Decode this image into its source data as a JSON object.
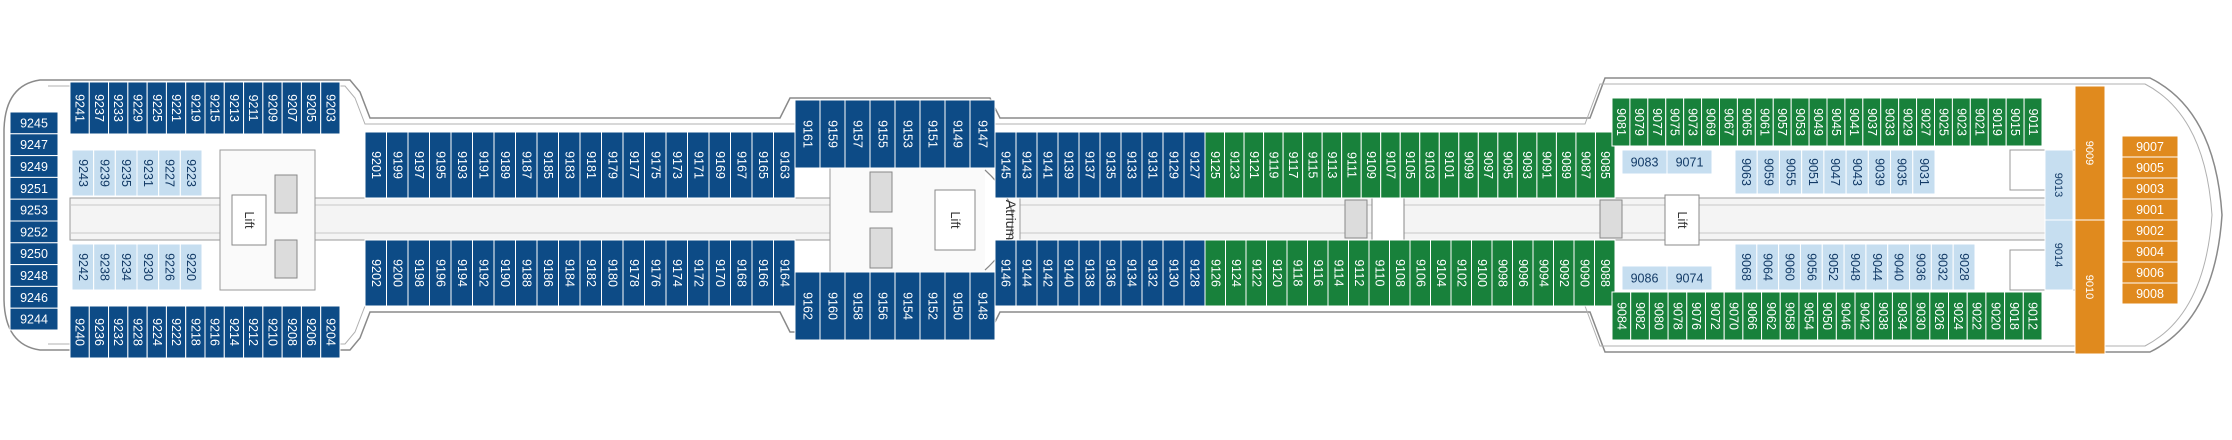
{
  "colors": {
    "blue": "#0d4b86",
    "green": "#18813b",
    "orange": "#e08a1e",
    "light_blue": "#c6def0",
    "corridor": "#f4f4f4",
    "outline": "#8a8a8a"
  },
  "labels": {
    "lift": "Lift",
    "atrium": "Atrium"
  },
  "sections": [
    {
      "name": "aft-top-cabins",
      "color": "blue",
      "rotate": true,
      "cabins": [
        "9241",
        "9237",
        "9233",
        "9229",
        "9225",
        "9221",
        "9219",
        "9215",
        "9213",
        "9211",
        "9209",
        "9207",
        "9205",
        "9203"
      ]
    },
    {
      "name": "aft-bottom-cabins",
      "color": "blue",
      "rotate": true,
      "cabins": [
        "9240",
        "9236",
        "9232",
        "9228",
        "9224",
        "9222",
        "9218",
        "9216",
        "9214",
        "9212",
        "9210",
        "9208",
        "9206",
        "9204"
      ]
    },
    {
      "name": "aft-end-cabins",
      "color": "blue",
      "rotate": false,
      "cabins": [
        "9245",
        "9247",
        "9249",
        "9251",
        "9253",
        "9252",
        "9250",
        "9248",
        "9246",
        "9244"
      ]
    },
    {
      "name": "aft-inner-top-cabins",
      "color": "light_blue",
      "rotate": true,
      "cabins": [
        "9243",
        "9239",
        "9235",
        "9231",
        "9227",
        "9223"
      ]
    },
    {
      "name": "aft-inner-bottom-cabins",
      "color": "light_blue",
      "rotate": true,
      "cabins": [
        "9242",
        "9238",
        "9234",
        "9230",
        "9226",
        "9220"
      ]
    },
    {
      "name": "mid-aft-top-cabins",
      "color": "blue",
      "rotate": true,
      "cabins": [
        "9201",
        "9199",
        "9197",
        "9195",
        "9193",
        "9191",
        "9189",
        "9187",
        "9185",
        "9183",
        "9181",
        "9179",
        "9177",
        "9175",
        "9173",
        "9171",
        "9169",
        "9167",
        "9165",
        "9163"
      ]
    },
    {
      "name": "mid-aft-bottom-cabins",
      "color": "blue",
      "rotate": true,
      "cabins": [
        "9202",
        "9200",
        "9198",
        "9196",
        "9194",
        "9192",
        "9190",
        "9188",
        "9186",
        "9184",
        "9182",
        "9180",
        "9178",
        "9176",
        "9174",
        "9172",
        "9170",
        "9168",
        "9166",
        "9164"
      ]
    },
    {
      "name": "atrium-top-cabins",
      "color": "blue",
      "rotate": true,
      "cabins": [
        "9161",
        "9159",
        "9157",
        "9155",
        "9153",
        "9151",
        "9149",
        "9147"
      ]
    },
    {
      "name": "atrium-bottom-cabins",
      "color": "blue",
      "rotate": true,
      "cabins": [
        "9162",
        "9160",
        "9158",
        "9156",
        "9154",
        "9152",
        "9150",
        "9148"
      ]
    },
    {
      "name": "mid-top-cabins",
      "color": "blue",
      "rotate": true,
      "cabins": [
        "9145",
        "9143",
        "9141",
        "9139",
        "9137",
        "9135",
        "9133",
        "9131",
        "9129",
        "9127"
      ]
    },
    {
      "name": "mid-bottom-cabins",
      "color": "blue",
      "rotate": true,
      "cabins": [
        "9146",
        "9144",
        "9142",
        "9140",
        "9138",
        "9136",
        "9134",
        "9132",
        "9130",
        "9128"
      ]
    },
    {
      "name": "green-top-cabins",
      "color": "green",
      "rotate": true,
      "cabins": [
        "9125",
        "9123",
        "9121",
        "9119",
        "9117",
        "9115",
        "9113",
        "9111",
        "9109",
        "9107",
        "9105",
        "9103",
        "9101",
        "9099",
        "9097",
        "9095",
        "9093",
        "9091",
        "9089",
        "9087",
        "9085"
      ]
    },
    {
      "name": "green-bottom-cabins",
      "color": "green",
      "rotate": true,
      "cabins": [
        "9126",
        "9124",
        "9122",
        "9120",
        "9118",
        "9116",
        "9114",
        "9112",
        "9110",
        "9108",
        "9106",
        "9104",
        "9102",
        "9100",
        "9098",
        "9096",
        "9094",
        "9092",
        "9090",
        "9088"
      ]
    },
    {
      "name": "fwd-top-cabins",
      "color": "green",
      "rotate": true,
      "cabins": [
        "9081",
        "9079",
        "9077",
        "9075",
        "9073",
        "9069",
        "9067",
        "9065",
        "9061",
        "9057",
        "9053",
        "9049",
        "9045",
        "9041",
        "9037",
        "9033",
        "9029",
        "9027",
        "9025",
        "9023",
        "9021",
        "9019",
        "9015",
        "9011"
      ]
    },
    {
      "name": "fwd-bottom-cabins",
      "color": "green",
      "rotate": true,
      "cabins": [
        "9084",
        "9082",
        "9080",
        "9078",
        "9076",
        "9072",
        "9070",
        "9066",
        "9062",
        "9058",
        "9054",
        "9050",
        "9046",
        "9042",
        "9038",
        "9034",
        "9030",
        "9026",
        "9024",
        "9022",
        "9020",
        "9018",
        "9012"
      ]
    },
    {
      "name": "fwd-inner-small-cabins",
      "color": "light_blue",
      "rotate": false,
      "cabins": [
        "9083",
        "9071",
        "9086",
        "9074"
      ]
    },
    {
      "name": "fwd-inner-top-cabins",
      "color": "light_blue",
      "rotate": true,
      "cabins": [
        "9063",
        "9059",
        "9055",
        "9051",
        "9047",
        "9043",
        "9039",
        "9035",
        "9031"
      ]
    },
    {
      "name": "fwd-inner-bottom-cabins",
      "color": "light_blue",
      "rotate": true,
      "cabins": [
        "9068",
        "9064",
        "9060",
        "9056",
        "9052",
        "9048",
        "9044",
        "9040",
        "9036",
        "9032",
        "9028"
      ]
    },
    {
      "name": "bow-inner-cabins",
      "color": "light_blue",
      "rotate": true,
      "cabins": [
        "9013",
        "9014"
      ]
    },
    {
      "name": "bow-suites",
      "color": "orange",
      "rotate": false,
      "cabins": [
        "9007",
        "9005",
        "9003",
        "9001",
        "9002",
        "9004",
        "9006",
        "9008"
      ]
    },
    {
      "name": "bow-corner-suites",
      "color": "orange",
      "rotate": true,
      "cabins": [
        "9009",
        "9010"
      ]
    }
  ]
}
